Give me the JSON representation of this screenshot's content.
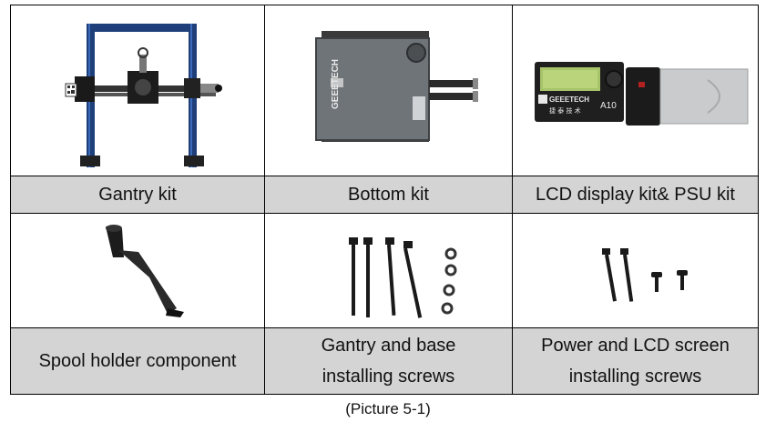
{
  "figure_caption": "(Picture 5-1)",
  "cells": [
    {
      "label": "Gantry kit",
      "image": "gantry-kit-photo"
    },
    {
      "label": "Bottom kit",
      "image": "bottom-kit-photo"
    },
    {
      "label": "LCD display kit& PSU kit",
      "image": "lcd-psu-kit-photo"
    },
    {
      "label_lines": [
        "Spool holder component"
      ],
      "image": "spool-holder-photo"
    },
    {
      "label_lines": [
        "Gantry and base",
        "installing screws"
      ],
      "image": "gantry-screws-photo"
    },
    {
      "label_lines": [
        "Power and LCD screen",
        "installing screws"
      ],
      "image": "lcd-screws-photo"
    }
  ],
  "product_marks": {
    "brand": "GEEETECH",
    "model": "A10",
    "chinese": "捷 泰 技 术"
  }
}
